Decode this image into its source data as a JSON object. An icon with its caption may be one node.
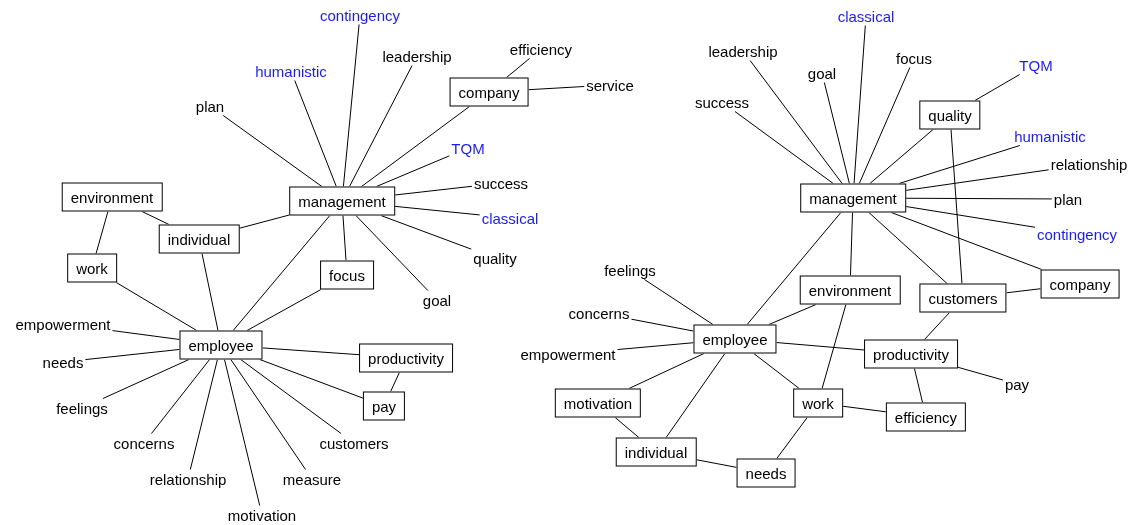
{
  "diagram": {
    "nodes": [
      {
        "text": [
          "contingency"
        ]
      },
      {
        "text": [
          "humanistic"
        ]
      },
      {
        "text": [
          "leadership"
        ]
      },
      {
        "text": [
          "efficiency"
        ]
      },
      {
        "text": [
          "company"
        ]
      },
      {
        "text": [
          "service"
        ]
      },
      {
        "text": [
          "plan"
        ]
      },
      {
        "text": [
          "TQM"
        ]
      },
      {
        "text": [
          "success"
        ]
      },
      {
        "text": [
          "management"
        ]
      },
      {
        "text": [
          "environment"
        ]
      },
      {
        "text": [
          "classical"
        ]
      },
      {
        "text": [
          "individual"
        ]
      },
      {
        "text": [
          "quality"
        ]
      },
      {
        "text": [
          "work"
        ]
      },
      {
        "text": [
          "focus"
        ]
      },
      {
        "text": [
          "goal"
        ]
      },
      {
        "text": [
          "empowerment"
        ]
      },
      {
        "text": [
          "employee"
        ]
      },
      {
        "text": [
          "productivity"
        ]
      },
      {
        "text": [
          "needs"
        ]
      },
      {
        "text": [
          "feelings"
        ]
      },
      {
        "text": [
          "pay"
        ]
      },
      {
        "text": [
          "concerns"
        ]
      },
      {
        "text": [
          "customers"
        ]
      },
      {
        "text": [
          "relationship"
        ]
      },
      {
        "text": [
          "measure"
        ]
      },
      {
        "text": [
          "motivation"
        ]
      },
      {
        "text": [
          "classical"
        ]
      },
      {
        "text": [
          "leadership"
        ]
      },
      {
        "text": [
          "goal"
        ]
      },
      {
        "text": [
          "focus"
        ]
      },
      {
        "text": [
          "TQM"
        ]
      },
      {
        "text": [
          "success"
        ]
      },
      {
        "text": [
          "quality"
        ]
      },
      {
        "text": [
          "humanistic"
        ]
      },
      {
        "text": [
          "relationship"
        ]
      },
      {
        "text": [
          "management"
        ]
      },
      {
        "text": [
          "plan"
        ]
      },
      {
        "text": [
          "contingency"
        ]
      },
      {
        "text": [
          "feelings"
        ]
      },
      {
        "text": [
          "environment"
        ]
      },
      {
        "text": [
          "customers"
        ]
      },
      {
        "text": [
          "company"
        ]
      },
      {
        "text": [
          "concerns"
        ]
      },
      {
        "text": [
          "employee"
        ]
      },
      {
        "text": [
          "empowerment"
        ]
      },
      {
        "text": [
          "productivity"
        ]
      },
      {
        "text": [
          "pay"
        ]
      },
      {
        "text": [
          "motivation"
        ]
      },
      {
        "text": [
          "work"
        ]
      },
      {
        "text": [
          "efficiency"
        ]
      },
      {
        "text": [
          "individual"
        ]
      },
      {
        "text": [
          "needs"
        ]
      }
    ],
    "edges": [
      {
        "from": 9,
        "to": 0,
        "arrow": "none"
      },
      {
        "from": 9,
        "to": 1,
        "arrow": "none"
      },
      {
        "from": 9,
        "to": 2,
        "arrow": "none"
      },
      {
        "from": 9,
        "to": 4,
        "arrow": "none"
      },
      {
        "from": 9,
        "to": 6,
        "arrow": "none"
      },
      {
        "from": 9,
        "to": 7,
        "arrow": "none"
      },
      {
        "from": 9,
        "to": 8,
        "arrow": "none"
      },
      {
        "from": 9,
        "to": 11,
        "arrow": "none"
      },
      {
        "from": 9,
        "to": 13,
        "arrow": "none"
      },
      {
        "from": 9,
        "to": 16,
        "arrow": "none"
      },
      {
        "from": 9,
        "to": 15,
        "arrow": "none"
      },
      {
        "from": 9,
        "to": 12,
        "arrow": "none"
      },
      {
        "from": 9,
        "to": 18,
        "arrow": "none"
      },
      {
        "from": 4,
        "to": 3,
        "arrow": "none"
      },
      {
        "from": 4,
        "to": 5,
        "arrow": "none"
      },
      {
        "from": 10,
        "to": 12,
        "arrow": "none"
      },
      {
        "from": 10,
        "to": 14,
        "arrow": "none"
      },
      {
        "from": 12,
        "to": 18,
        "arrow": "none"
      },
      {
        "from": 14,
        "to": 18,
        "arrow": "none"
      },
      {
        "from": 15,
        "to": 18,
        "arrow": "none"
      },
      {
        "from": 18,
        "to": 17,
        "arrow": "none"
      },
      {
        "from": 18,
        "to": 20,
        "arrow": "none"
      },
      {
        "from": 18,
        "to": 21,
        "arrow": "none"
      },
      {
        "from": 18,
        "to": 23,
        "arrow": "none"
      },
      {
        "from": 18,
        "to": 25,
        "arrow": "none"
      },
      {
        "from": 18,
        "to": 27,
        "arrow": "none"
      },
      {
        "from": 18,
        "to": 26,
        "arrow": "none"
      },
      {
        "from": 18,
        "to": 24,
        "arrow": "none"
      },
      {
        "from": 18,
        "to": 22,
        "arrow": "none"
      },
      {
        "from": 18,
        "to": 19,
        "arrow": "none"
      },
      {
        "from": 19,
        "to": 22,
        "arrow": "none"
      },
      {
        "from": 37,
        "to": 33,
        "arrow": "none"
      },
      {
        "from": 37,
        "to": 29,
        "arrow": "none"
      },
      {
        "from": 37,
        "to": 30,
        "arrow": "none"
      },
      {
        "from": 37,
        "to": 28,
        "arrow": "none"
      },
      {
        "from": 37,
        "to": 31,
        "arrow": "none"
      },
      {
        "from": 37,
        "to": 34,
        "arrow": "none"
      },
      {
        "from": 37,
        "to": 35,
        "arrow": "none"
      },
      {
        "from": 37,
        "to": 36,
        "arrow": "none"
      },
      {
        "from": 37,
        "to": 38,
        "arrow": "none"
      },
      {
        "from": 37,
        "to": 39,
        "arrow": "none"
      },
      {
        "from": 37,
        "to": 43,
        "arrow": "none"
      },
      {
        "from": 37,
        "to": 42,
        "arrow": "none"
      },
      {
        "from": 37,
        "to": 41,
        "arrow": "none"
      },
      {
        "from": 37,
        "to": 45,
        "arrow": "none"
      },
      {
        "from": 34,
        "to": 32,
        "arrow": "none"
      },
      {
        "from": 34,
        "to": 42,
        "arrow": "none"
      },
      {
        "from": 42,
        "to": 43,
        "arrow": "none"
      },
      {
        "from": 42,
        "to": 47,
        "arrow": "none"
      },
      {
        "from": 45,
        "to": 40,
        "arrow": "none"
      },
      {
        "from": 45,
        "to": 44,
        "arrow": "none"
      },
      {
        "from": 45,
        "to": 46,
        "arrow": "none"
      },
      {
        "from": 45,
        "to": 49,
        "arrow": "none"
      },
      {
        "from": 45,
        "to": 52,
        "arrow": "none"
      },
      {
        "from": 45,
        "to": 50,
        "arrow": "none"
      },
      {
        "from": 45,
        "to": 47,
        "arrow": "none"
      },
      {
        "from": 45,
        "to": 41,
        "arrow": "none"
      },
      {
        "from": 41,
        "to": 50,
        "arrow": "none"
      },
      {
        "from": 47,
        "to": 48,
        "arrow": "none"
      },
      {
        "from": 47,
        "to": 51,
        "arrow": "none"
      },
      {
        "from": 50,
        "to": 51,
        "arrow": "none"
      },
      {
        "from": 50,
        "to": 53,
        "arrow": "none"
      },
      {
        "from": 49,
        "to": 52,
        "arrow": "none"
      },
      {
        "from": 52,
        "to": 53,
        "arrow": "none"
      }
    ]
  }
}
